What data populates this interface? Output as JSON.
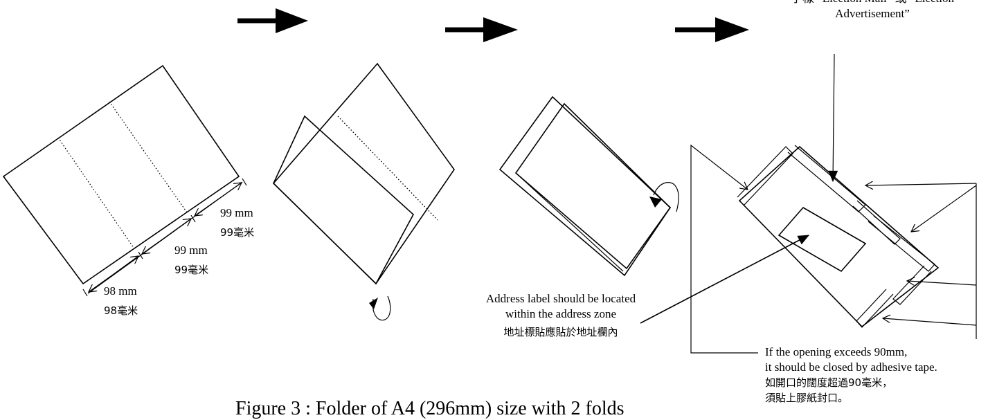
{
  "dimension_labels": {
    "seg1_mm": "99 mm",
    "seg1_cn": "99毫米",
    "seg2_mm": "99 mm",
    "seg2_cn": "99毫米",
    "seg3_mm": "98 mm",
    "seg3_cn": "98毫米"
  },
  "election_note": {
    "line1": "字樣 “Election Mail” 或 “Election",
    "line2": "Advertisement”"
  },
  "address_note": {
    "line1": "Address label should be located",
    "line2": "within the address zone",
    "line3": "地址標貼應貼於地址欄內"
  },
  "opening_note": {
    "line1": "If the opening exceeds 90mm,",
    "line2": "it should be closed by adhesive tape.",
    "line3": "如開口的闊度超過90毫米，",
    "line4": "須貼上膠紙封口。"
  },
  "caption": "Figure 3 : Folder of A4 (296mm) size with 2 folds"
}
